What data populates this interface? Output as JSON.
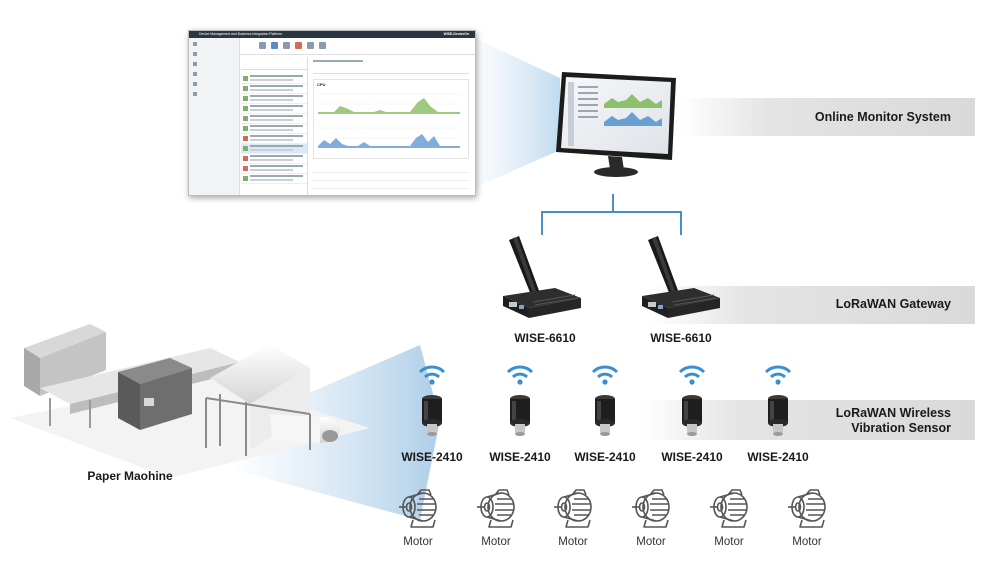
{
  "layers": {
    "monitor": "Online Monitor System",
    "gateway": "LoRaWAN Gateway",
    "sensor_line1": "LoRaWAN Wireless",
    "sensor_line2": "Vibration Sensor"
  },
  "gateways": [
    "WISE-6610",
    "WISE-6610"
  ],
  "sensors": [
    "WISE-2410",
    "WISE-2410",
    "WISE-2410",
    "WISE-2410",
    "WISE-2410"
  ],
  "motors": [
    "Motor",
    "Motor",
    "Motor",
    "Motor",
    "Motor",
    "Motor"
  ],
  "machine_label": "Paper Maohine",
  "screenshot": {
    "title": "Device Management and Business Integration Platform",
    "brand": "WISE-DeviceOn",
    "metric": "CPU"
  },
  "colors": {
    "accent": "#4a90c8",
    "bar": "#d9d9d9",
    "chart": "#8cc06a"
  }
}
